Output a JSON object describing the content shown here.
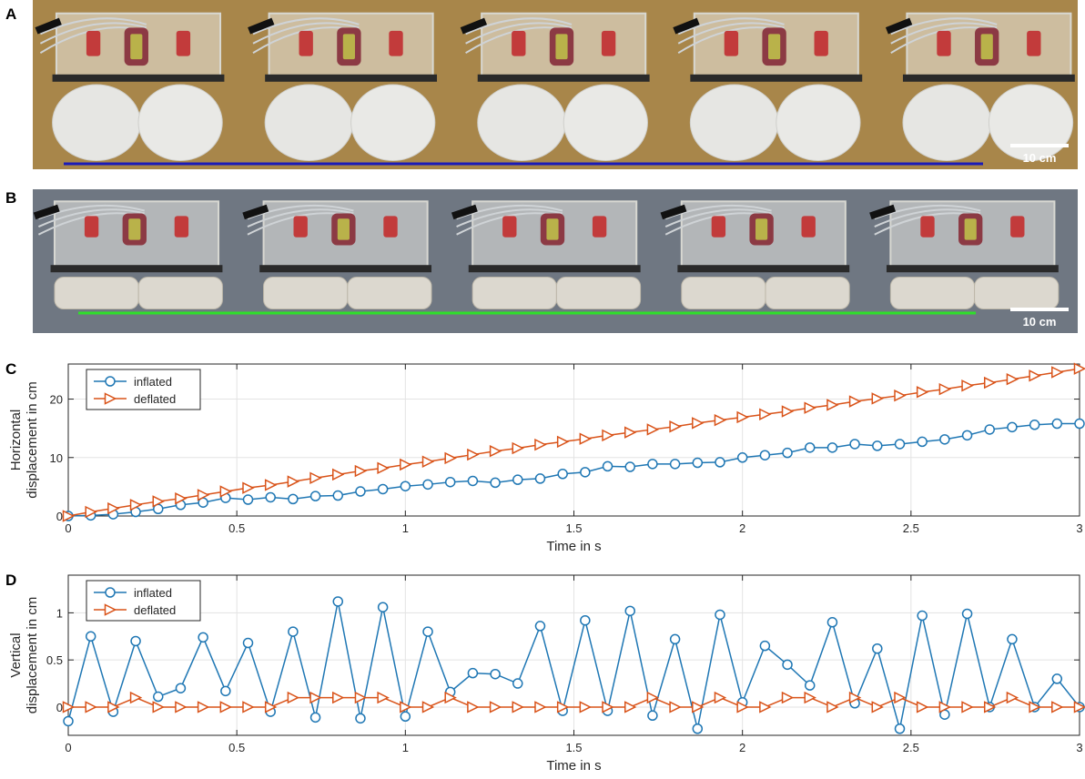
{
  "panels": {
    "a": {
      "letter": "A",
      "scale_label": "10 cm",
      "track_color": "#1a1ab8",
      "bg_color": "#a8864a"
    },
    "b": {
      "letter": "B",
      "scale_label": "10 cm",
      "track_color": "#2ee02a",
      "bg_color": "#6f7782"
    },
    "c": {
      "letter": "C"
    },
    "d": {
      "letter": "D"
    }
  },
  "chart_data": [
    {
      "type": "line",
      "xlabel": "Time in s",
      "ylabel": [
        "Horizontal",
        "displacement in cm"
      ],
      "xlim": [
        0,
        3
      ],
      "ylim": [
        0,
        26
      ],
      "xticks": [
        0,
        0.5,
        1,
        1.5,
        2,
        2.5,
        3
      ],
      "xtick_labels": [
        "0",
        "0.5",
        "1",
        "1.5",
        "2",
        "2.5",
        "3"
      ],
      "yticks": [
        0,
        10,
        20
      ],
      "ytick_labels": [
        "0",
        "10",
        "20"
      ],
      "grid": true,
      "legend": "top-left",
      "series": [
        {
          "name": "inflated",
          "color": "#1f77b4",
          "marker": "circle",
          "x": [
            0,
            0.0667,
            0.1333,
            0.2,
            0.2667,
            0.3333,
            0.4,
            0.4667,
            0.5333,
            0.6,
            0.6667,
            0.7333,
            0.8,
            0.8667,
            0.9333,
            1,
            1.0667,
            1.1333,
            1.2,
            1.2667,
            1.3333,
            1.4,
            1.4667,
            1.5333,
            1.6,
            1.6667,
            1.7333,
            1.8,
            1.8667,
            1.9333,
            2,
            2.0667,
            2.1333,
            2.2,
            2.2667,
            2.3333,
            2.4,
            2.4667,
            2.5333,
            2.6,
            2.6667,
            2.7333,
            2.8,
            2.8667,
            2.9333,
            3
          ],
          "y": [
            0,
            0.1,
            0.3,
            0.7,
            1.2,
            1.9,
            2.3,
            3.1,
            2.8,
            3.2,
            2.9,
            3.4,
            3.5,
            4.2,
            4.6,
            5.1,
            5.4,
            5.8,
            6.0,
            5.7,
            6.2,
            6.4,
            7.2,
            7.5,
            8.5,
            8.4,
            8.9,
            8.9,
            9.1,
            9.2,
            10.0,
            10.4,
            10.8,
            11.7,
            11.7,
            12.3,
            12.0,
            12.3,
            12.7,
            13.1,
            13.8,
            14.8,
            15.2,
            15.6,
            15.8,
            15.8
          ]
        },
        {
          "name": "deflated",
          "color": "#d95319",
          "marker": "triangle-right",
          "x": [
            0,
            0.0667,
            0.1333,
            0.2,
            0.2667,
            0.3333,
            0.4,
            0.4667,
            0.5333,
            0.6,
            0.6667,
            0.7333,
            0.8,
            0.8667,
            0.9333,
            1,
            1.0667,
            1.1333,
            1.2,
            1.2667,
            1.3333,
            1.4,
            1.4667,
            1.5333,
            1.6,
            1.6667,
            1.7333,
            1.8,
            1.8667,
            1.9333,
            2,
            2.0667,
            2.1333,
            2.2,
            2.2667,
            2.3333,
            2.4,
            2.4667,
            2.5333,
            2.6,
            2.6667,
            2.7333,
            2.8,
            2.8667,
            2.9333,
            3
          ],
          "y": [
            0,
            0.7,
            1.3,
            1.9,
            2.5,
            3.0,
            3.6,
            4.2,
            4.8,
            5.3,
            5.9,
            6.5,
            7.1,
            7.7,
            8.2,
            8.8,
            9.3,
            9.9,
            10.5,
            11.1,
            11.6,
            12.2,
            12.7,
            13.2,
            13.8,
            14.3,
            14.8,
            15.3,
            15.9,
            16.4,
            16.9,
            17.4,
            17.9,
            18.5,
            19.0,
            19.6,
            20.1,
            20.6,
            21.2,
            21.7,
            22.3,
            22.8,
            23.4,
            24.0,
            24.6,
            25.2
          ]
        }
      ]
    },
    {
      "type": "line",
      "xlabel": "Time in s",
      "ylabel": [
        "Vertical",
        "displacement in cm"
      ],
      "xlim": [
        0,
        3
      ],
      "ylim": [
        -0.3,
        1.4
      ],
      "xticks": [
        0,
        0.5,
        1,
        1.5,
        2,
        2.5,
        3
      ],
      "xtick_labels": [
        "0",
        "0.5",
        "1",
        "1.5",
        "2",
        "2.5",
        "3"
      ],
      "yticks": [
        0,
        0.5,
        1
      ],
      "ytick_labels": [
        "0",
        "0.5",
        "1"
      ],
      "grid": true,
      "legend": "top-left",
      "series": [
        {
          "name": "inflated",
          "color": "#1f77b4",
          "marker": "circle",
          "x": [
            0,
            0.0667,
            0.1333,
            0.2,
            0.2667,
            0.3333,
            0.4,
            0.4667,
            0.5333,
            0.6,
            0.6667,
            0.7333,
            0.8,
            0.8667,
            0.9333,
            1,
            1.0667,
            1.1333,
            1.2,
            1.2667,
            1.3333,
            1.4,
            1.4667,
            1.5333,
            1.6,
            1.6667,
            1.7333,
            1.8,
            1.8667,
            1.9333,
            2,
            2.0667,
            2.1333,
            2.2,
            2.2667,
            2.3333,
            2.4,
            2.4667,
            2.5333,
            2.6,
            2.6667,
            2.7333,
            2.8,
            2.8667,
            2.9333,
            3
          ],
          "y": [
            -0.15,
            0.75,
            -0.05,
            0.7,
            0.11,
            0.2,
            0.74,
            0.17,
            0.68,
            -0.05,
            0.8,
            -0.11,
            1.12,
            -0.12,
            1.06,
            -0.1,
            0.8,
            0.16,
            0.36,
            0.35,
            0.25,
            0.86,
            -0.04,
            0.92,
            -0.04,
            1.02,
            -0.09,
            0.72,
            -0.23,
            0.98,
            0.05,
            0.65,
            0.45,
            0.23,
            0.9,
            0.04,
            0.62,
            -0.23,
            0.97,
            -0.08,
            0.99,
            0.0,
            0.72,
            0.0,
            0.3,
            0.0
          ]
        },
        {
          "name": "deflated",
          "color": "#d95319",
          "marker": "triangle-right",
          "x": [
            0,
            0.0667,
            0.1333,
            0.2,
            0.2667,
            0.3333,
            0.4,
            0.4667,
            0.5333,
            0.6,
            0.6667,
            0.7333,
            0.8,
            0.8667,
            0.9333,
            1,
            1.0667,
            1.1333,
            1.2,
            1.2667,
            1.3333,
            1.4,
            1.4667,
            1.5333,
            1.6,
            1.6667,
            1.7333,
            1.8,
            1.8667,
            1.9333,
            2,
            2.0667,
            2.1333,
            2.2,
            2.2667,
            2.3333,
            2.4,
            2.4667,
            2.5333,
            2.6,
            2.6667,
            2.7333,
            2.8,
            2.8667,
            2.9333,
            3
          ],
          "y": [
            0,
            0,
            0,
            0.1,
            0,
            0,
            0,
            0,
            0,
            0,
            0.1,
            0.1,
            0.1,
            0.1,
            0.1,
            0,
            0,
            0.1,
            0,
            0,
            0,
            0,
            0,
            0,
            0,
            0,
            0.1,
            0,
            0,
            0.1,
            0,
            0,
            0.1,
            0.1,
            0,
            0.1,
            0,
            0.1,
            0,
            0,
            0,
            0,
            0.1,
            0,
            0,
            0
          ]
        }
      ]
    }
  ]
}
